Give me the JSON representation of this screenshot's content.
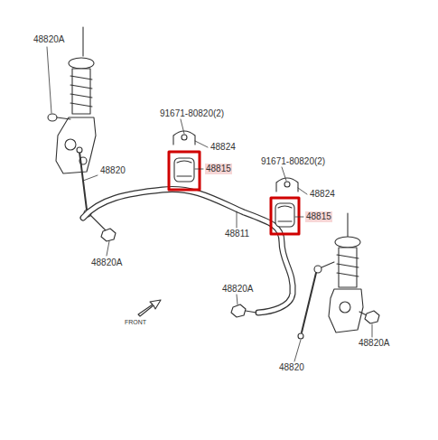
{
  "diagram": {
    "labels": [
      "48820A",
      "91671-80820(2)",
      "48824",
      "48815",
      "48820",
      "91671-80820(2)",
      "48824",
      "48815",
      "48811",
      "48820A",
      "48820A",
      "FRONT",
      "48820A",
      "48820"
    ]
  }
}
